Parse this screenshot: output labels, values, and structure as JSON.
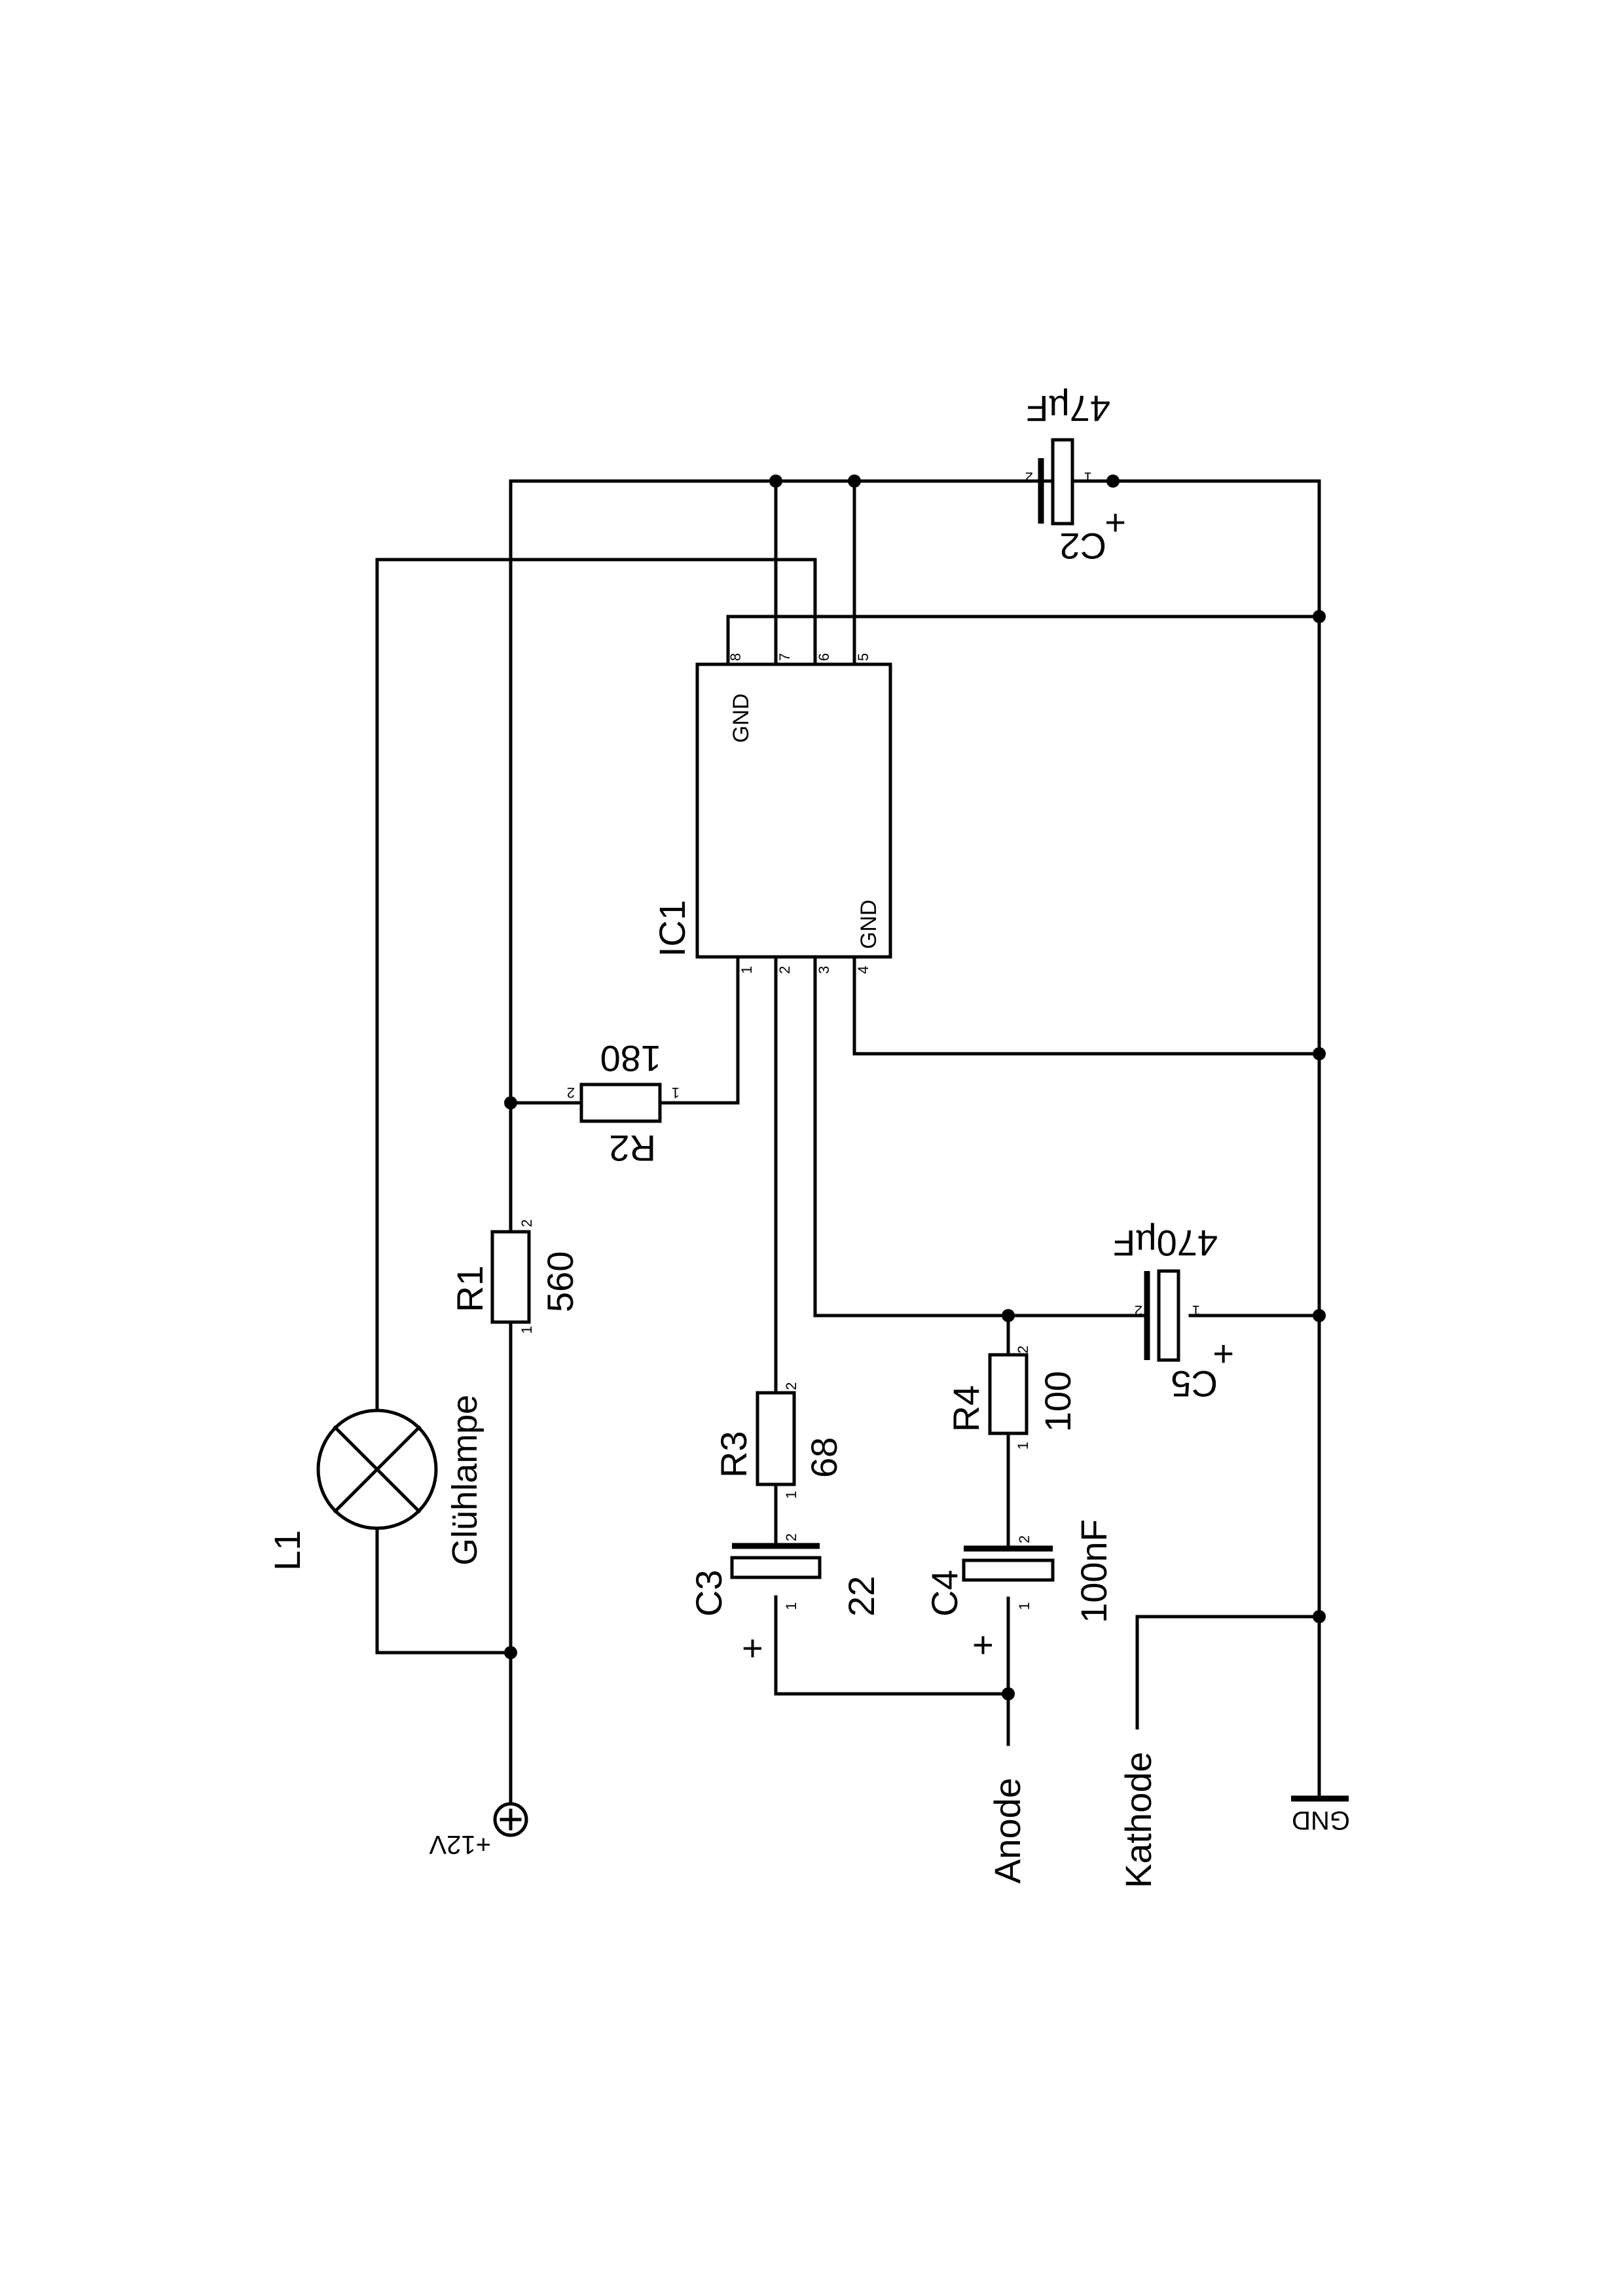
{
  "components": {
    "L1": {
      "ref": "L1",
      "value": "Glühlampe"
    },
    "R1": {
      "ref": "R1",
      "value": "560",
      "pin1": "1",
      "pin2": "2"
    },
    "R2": {
      "ref": "R2",
      "value": "180",
      "pin1": "1",
      "pin2": "2"
    },
    "R3": {
      "ref": "R3",
      "value": "68",
      "pin1": "1",
      "pin2": "2"
    },
    "R4": {
      "ref": "R4",
      "value": "100",
      "pin1": "1",
      "pin2": "2"
    },
    "C2": {
      "ref": "C2",
      "value": "47µF",
      "pin1": "1",
      "pin2": "2",
      "plus": "+"
    },
    "C3": {
      "ref": "C3",
      "value": "22",
      "pin1": "1",
      "pin2": "2",
      "plus": "+"
    },
    "C4": {
      "ref": "C4",
      "value": "100nF",
      "pin1": "1",
      "pin2": "2",
      "plus": "+"
    },
    "C5": {
      "ref": "C5",
      "value": "470µF",
      "pin1": "1",
      "pin2": "2",
      "plus": "+"
    },
    "IC1": {
      "ref": "IC1",
      "gnd_top": "GND",
      "gnd_bottom": "GND",
      "pins": {
        "p1": "1",
        "p2": "2",
        "p3": "3",
        "p4": "4",
        "p5": "5",
        "p6": "6",
        "p7": "7",
        "p8": "8"
      }
    }
  },
  "nets": {
    "supply": "+12V",
    "ground": "GND",
    "anode": "Anode",
    "kathode": "Kathode"
  }
}
